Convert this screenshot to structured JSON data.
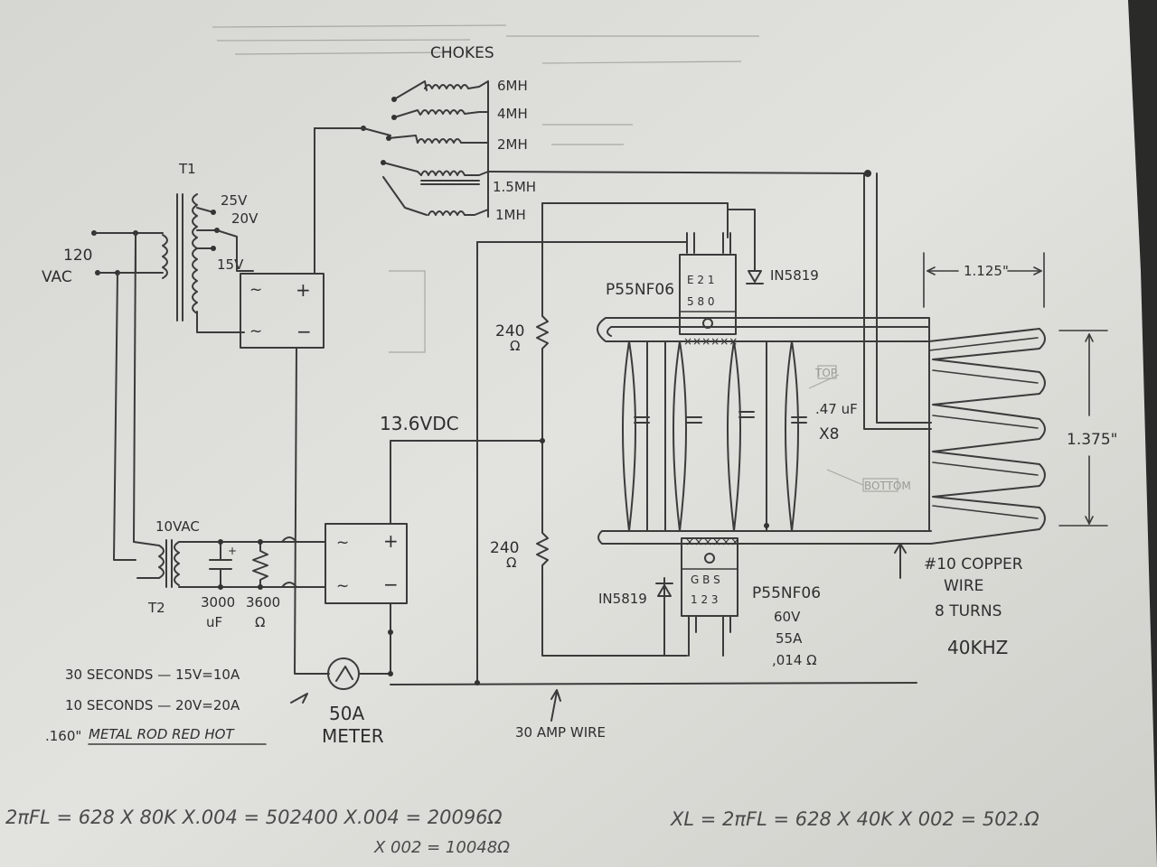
{
  "chokes": {
    "title": "CHOKES",
    "values": [
      "6MH",
      "4MH",
      "2MH",
      "1.5MH",
      "1MH"
    ]
  },
  "transformer1": {
    "name": "T1",
    "taps": [
      "25V",
      "20V",
      "15V"
    ]
  },
  "input": {
    "line1": "120",
    "line2": "VAC"
  },
  "transformer2": {
    "name": "T2",
    "secondary": "10VAC"
  },
  "filter": {
    "cap_value": "3000",
    "cap_unit": "uF",
    "res_value": "3600",
    "res_unit": "Ω"
  },
  "bridge": {
    "plus": "+",
    "minus": "−",
    "ac": "~"
  },
  "supply_voltage": "13.6VDC",
  "resistors": {
    "top": "240",
    "bottom": "240",
    "unit": "Ω"
  },
  "mosfet_top": {
    "part": "P55NF06",
    "pins_top": "E 2 1",
    "pins_mid": "5 8 0"
  },
  "mosfet_bottom": {
    "part": "P55NF06",
    "pins_top": "G B S",
    "pins_mid": "1 2 3",
    "spec_voltage": "60V",
    "spec_current": "55A",
    "spec_resistance": ",014 Ω"
  },
  "diode_top": "IN5819",
  "diode_bottom": "IN5819",
  "capacitors": {
    "value": ".47 uF",
    "count": "X8",
    "top_tag": "TOP",
    "bottom_tag": "BOTTOM"
  },
  "coil": {
    "width": "1.125\"",
    "height": "1.375\"",
    "wire": "#10 COPPER",
    "wire2": "WIRE",
    "turns": "8 TURNS",
    "frequency": "40KHZ"
  },
  "meter": {
    "value": "50A",
    "label": "METER"
  },
  "wire_label": "30 AMP WIRE",
  "notes": {
    "line1": "30 SECONDS — 15V=10A",
    "line2": "10 SECONDS — 20V=20A",
    "line3_prefix": ".160\"",
    "line3": "METAL ROD RED HOT"
  },
  "equations": {
    "left": "2πFL = 628 X 80K X.004 = 502400 X.004 = 20096Ω",
    "left2": "X 002 = 10048Ω",
    "right": "XL = 2πFL = 628 X 40K X 002 = 502.Ω"
  }
}
